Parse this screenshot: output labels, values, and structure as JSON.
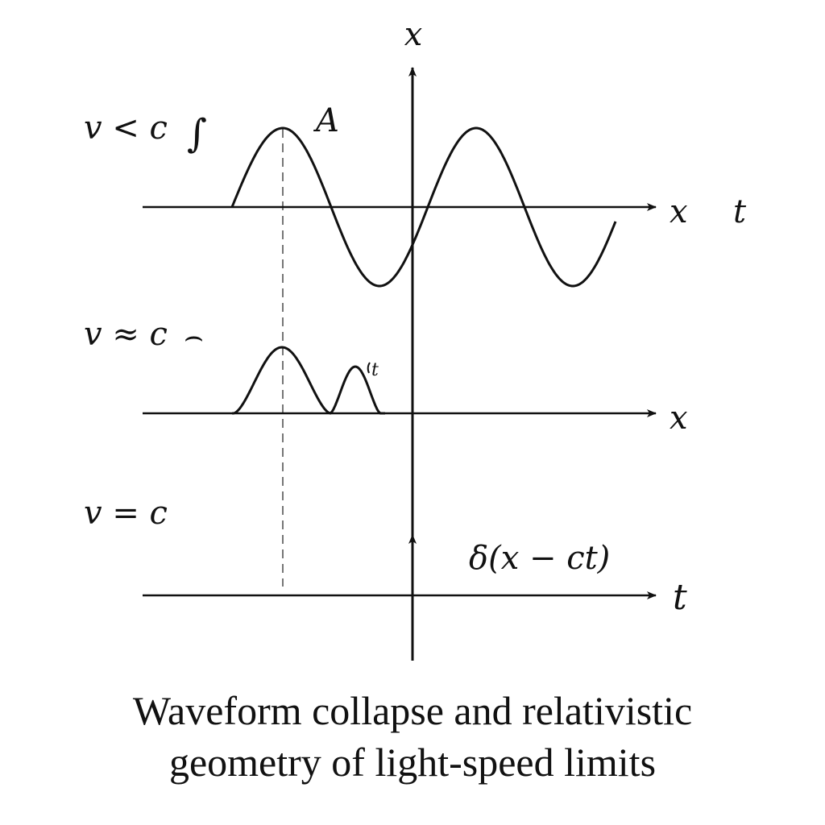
{
  "diagram": {
    "colors": {
      "ink": "#111111",
      "guide": "#555555",
      "background": "#ffffff"
    },
    "vertical_axis_label": "x",
    "panels": [
      {
        "condition": "v < c",
        "shape_glyph": "∫",
        "peak_label": "A",
        "axis_label": "x",
        "extra_axis_label": "t"
      },
      {
        "condition": "v ≈ c",
        "shape_glyph": "⌢",
        "pulse_label": "t",
        "axis_label": "x"
      },
      {
        "condition": "v = c",
        "impulse_label": "δ(x − ct)",
        "axis_label": "t"
      }
    ]
  },
  "caption": {
    "line1": "Waveform collapse and relativistic",
    "line2": "geometry of light-speed limits"
  }
}
